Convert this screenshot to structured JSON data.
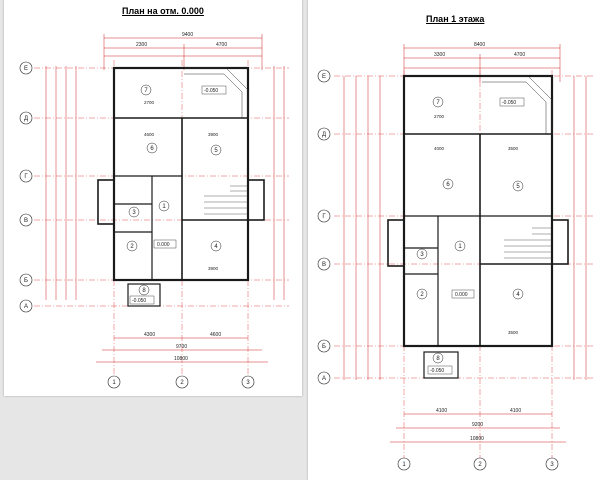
{
  "sheets": [
    {
      "title": "План на отм. 0.000",
      "axes_letters": [
        "Е",
        "Д",
        "Г",
        "В",
        "Б",
        "А"
      ],
      "axes_numbers": [
        "1",
        "2",
        "3"
      ],
      "overall_width": "9400",
      "bottom_dims": [
        "4300",
        "4600",
        "9700",
        "10800"
      ],
      "top_dims": [
        "2300",
        "4700"
      ],
      "room_numbers": [
        "7",
        "6",
        "5",
        "1",
        "3",
        "2",
        "4",
        "8"
      ],
      "level_marks": [
        "-0.050",
        "0.000",
        "-0.050"
      ],
      "room_dims": [
        "2700",
        "4600",
        "3900",
        "3900"
      ]
    },
    {
      "title": "План 1 этажа",
      "axes_letters": [
        "Е",
        "Д",
        "Г",
        "В",
        "Б",
        "А"
      ],
      "axes_numbers": [
        "1",
        "2",
        "3"
      ],
      "overall_width": "8400",
      "bottom_dims": [
        "4100",
        "4100",
        "9200",
        "10800"
      ],
      "top_dims": [
        "3300",
        "4700"
      ],
      "room_numbers": [
        "7",
        "6",
        "5",
        "1",
        "3",
        "2",
        "4",
        "8"
      ],
      "level_marks": [
        "-0.050",
        "0.000",
        "-0.050"
      ],
      "room_dims": [
        "2700",
        "4000",
        "3500",
        "3500"
      ]
    }
  ],
  "colors": {
    "wall": "#1a1a1a",
    "dim": "#cc2222",
    "axis": "#e05050",
    "sheet": "#ffffff",
    "background": "#e6e6e6"
  }
}
